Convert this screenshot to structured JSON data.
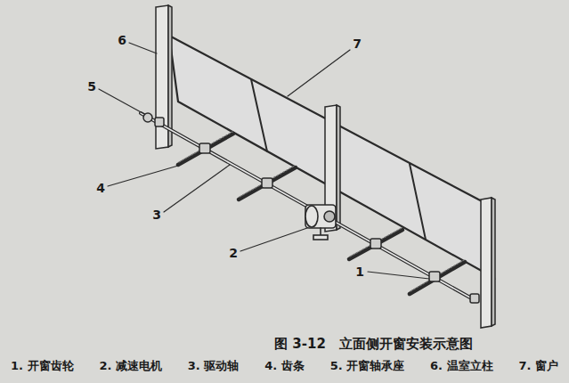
{
  "diagram": {
    "caption": "图 3-12　立面侧开窗安装示意图",
    "labels": [
      "1",
      "2",
      "3",
      "4",
      "5",
      "6",
      "7",
      "1. 开窗齿轮",
      "2. 减速电机",
      "3. 驱动轴",
      "4. 齿条",
      "5. 开窗轴承座",
      "6. 温室立柱",
      "7. 窗户"
    ]
  }
}
